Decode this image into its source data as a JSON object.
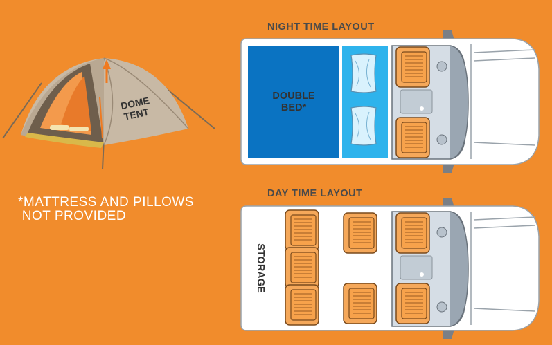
{
  "tent": {
    "label_line1": "DOME",
    "label_line2": "TENT"
  },
  "night_layout": {
    "title": "NIGHT TIME LAYOUT",
    "bed_line1": "DOUBLE",
    "bed_line2": "BED*"
  },
  "day_layout": {
    "title": "DAY TIME LAYOUT",
    "storage_label": "STORAGE"
  },
  "note": {
    "line1": "*MATTRESS AND PILLOWS",
    "line2": " NOT PROVIDED"
  },
  "colors": {
    "background": "#f18c2c",
    "van_body": "#ffffff",
    "bed": "#0a73c2",
    "pillows": "#2eb3ec",
    "seat": "#e98a2e",
    "cabin": "#d5dde5"
  }
}
